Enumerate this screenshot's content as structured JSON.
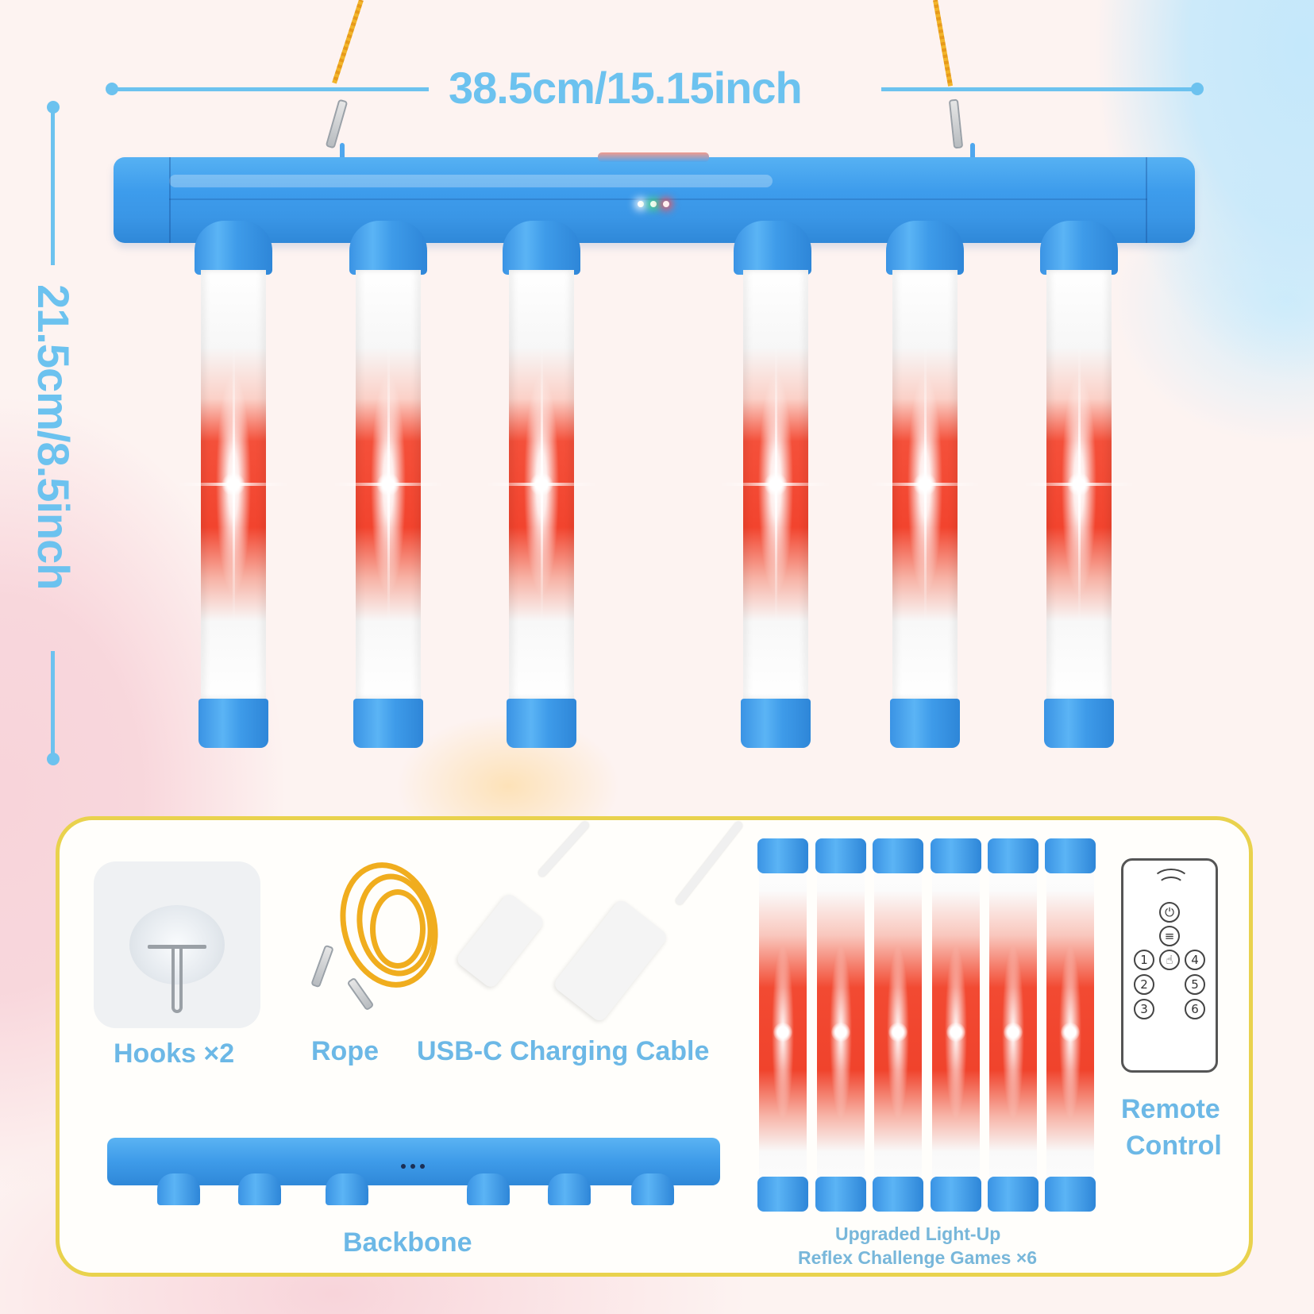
{
  "dimensions": {
    "width_label": "38.5cm/15.15inch",
    "height_label": "21.5cm/8.5inch"
  },
  "product": {
    "tube_count": 6,
    "colors": {
      "body_blue": "#3e9be9",
      "light_red": "#f2442e",
      "dimension_blue": "#6cc2ef",
      "label_blue": "#6cb8e6",
      "panel_border": "#e9d24d",
      "rope_yellow": "#f0ad1e"
    },
    "status_leds": [
      "white",
      "green",
      "red"
    ]
  },
  "accessories": {
    "hooks": {
      "label": "Hooks ×2"
    },
    "rope": {
      "label": "Rope"
    },
    "cable": {
      "label": "USB-C Charging Cable"
    },
    "backbone": {
      "label": "Backbone"
    },
    "tubes": {
      "line1": "Upgraded Light-Up",
      "line2": "Reflex Challenge Games ×6"
    },
    "remote": {
      "line1": "Remote",
      "line2": "Control",
      "buttons": [
        "1",
        "2",
        "3",
        "4",
        "5",
        "6"
      ],
      "icons": [
        "signal-icon",
        "power-icon",
        "menu-icon",
        "touch-icon"
      ]
    }
  }
}
